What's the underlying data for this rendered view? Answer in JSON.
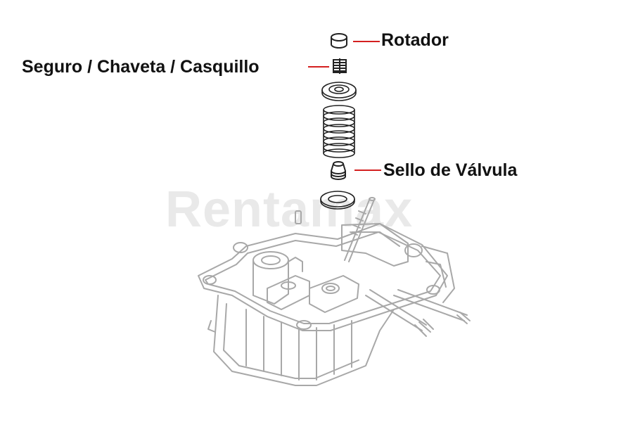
{
  "watermark": {
    "text": "Rentamax"
  },
  "callouts": {
    "rotator": {
      "label": "Rotador"
    },
    "retainer": {
      "label": "Seguro / Chaveta / Casquillo"
    },
    "valve_seal": {
      "label": "Sello de Válvula"
    }
  },
  "colors": {
    "leader": "#d42020",
    "parts": "#222222",
    "engine": "#a8a8a8"
  },
  "icons": [
    "rotator-cap-icon",
    "valve-keeper-icon",
    "spring-retainer-icon",
    "valve-spring-icon",
    "valve-seal-icon",
    "spring-seat-washer-icon",
    "engine-cylinder-head-drawing"
  ]
}
